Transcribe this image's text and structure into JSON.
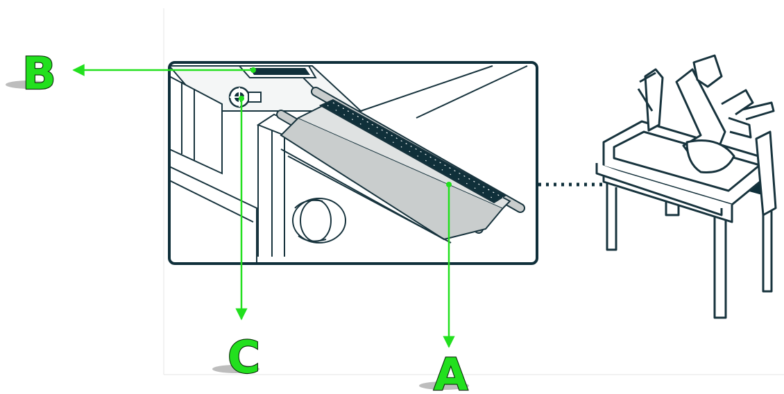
{
  "colors": {
    "callout_green": "#22e01e",
    "callout_outline": "#0a2a08",
    "line_art": "#17333d",
    "rail_fill": "#c9cdcd",
    "scale_fill": "#10303a",
    "panel_border": "#0f2f3a"
  },
  "icons": [
    "scale-ruler-icon",
    "adjustment-knob-icon",
    "table-saw-icon"
  ],
  "callouts": [
    {
      "id": "A",
      "label": "A"
    },
    {
      "id": "B",
      "label": "B"
    },
    {
      "id": "C",
      "label": "C"
    }
  ]
}
